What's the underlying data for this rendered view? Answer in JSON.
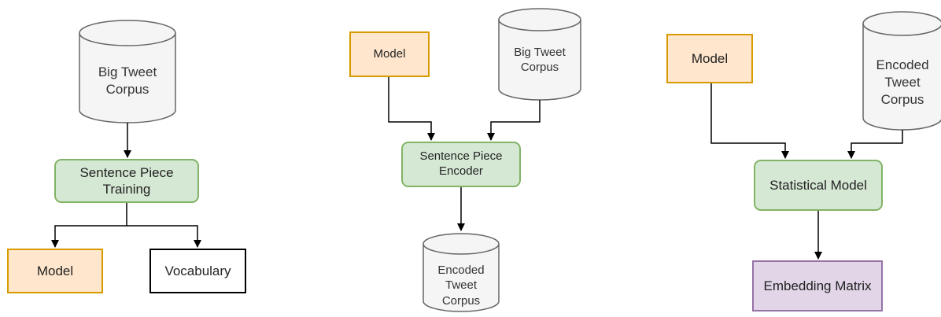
{
  "colors": {
    "process_fill": "#d5e8d4",
    "process_stroke": "#82b366",
    "model_fill": "#ffe6cc",
    "model_stroke": "#d79b00",
    "matrix_fill": "#e1d5e7",
    "matrix_stroke": "#9673a6",
    "corpus_fill": "#f5f5f5",
    "corpus_stroke": "#666666",
    "edge": "#000000"
  },
  "training": {
    "corpus": "Big Tweet\nCorpus",
    "process": "Sentence Piece\nTraining",
    "model": "Model",
    "vocabulary": "Vocabulary"
  },
  "encoding": {
    "model": "Model",
    "corpus": "Big Tweet\nCorpus",
    "process": "Sentence Piece\nEncoder",
    "output": "Encoded\nTweet\nCorpus"
  },
  "embedding": {
    "model": "Model",
    "corpus": "Encoded\nTweet\nCorpus",
    "process": "Statistical Model",
    "output": "Embedding Matrix"
  }
}
